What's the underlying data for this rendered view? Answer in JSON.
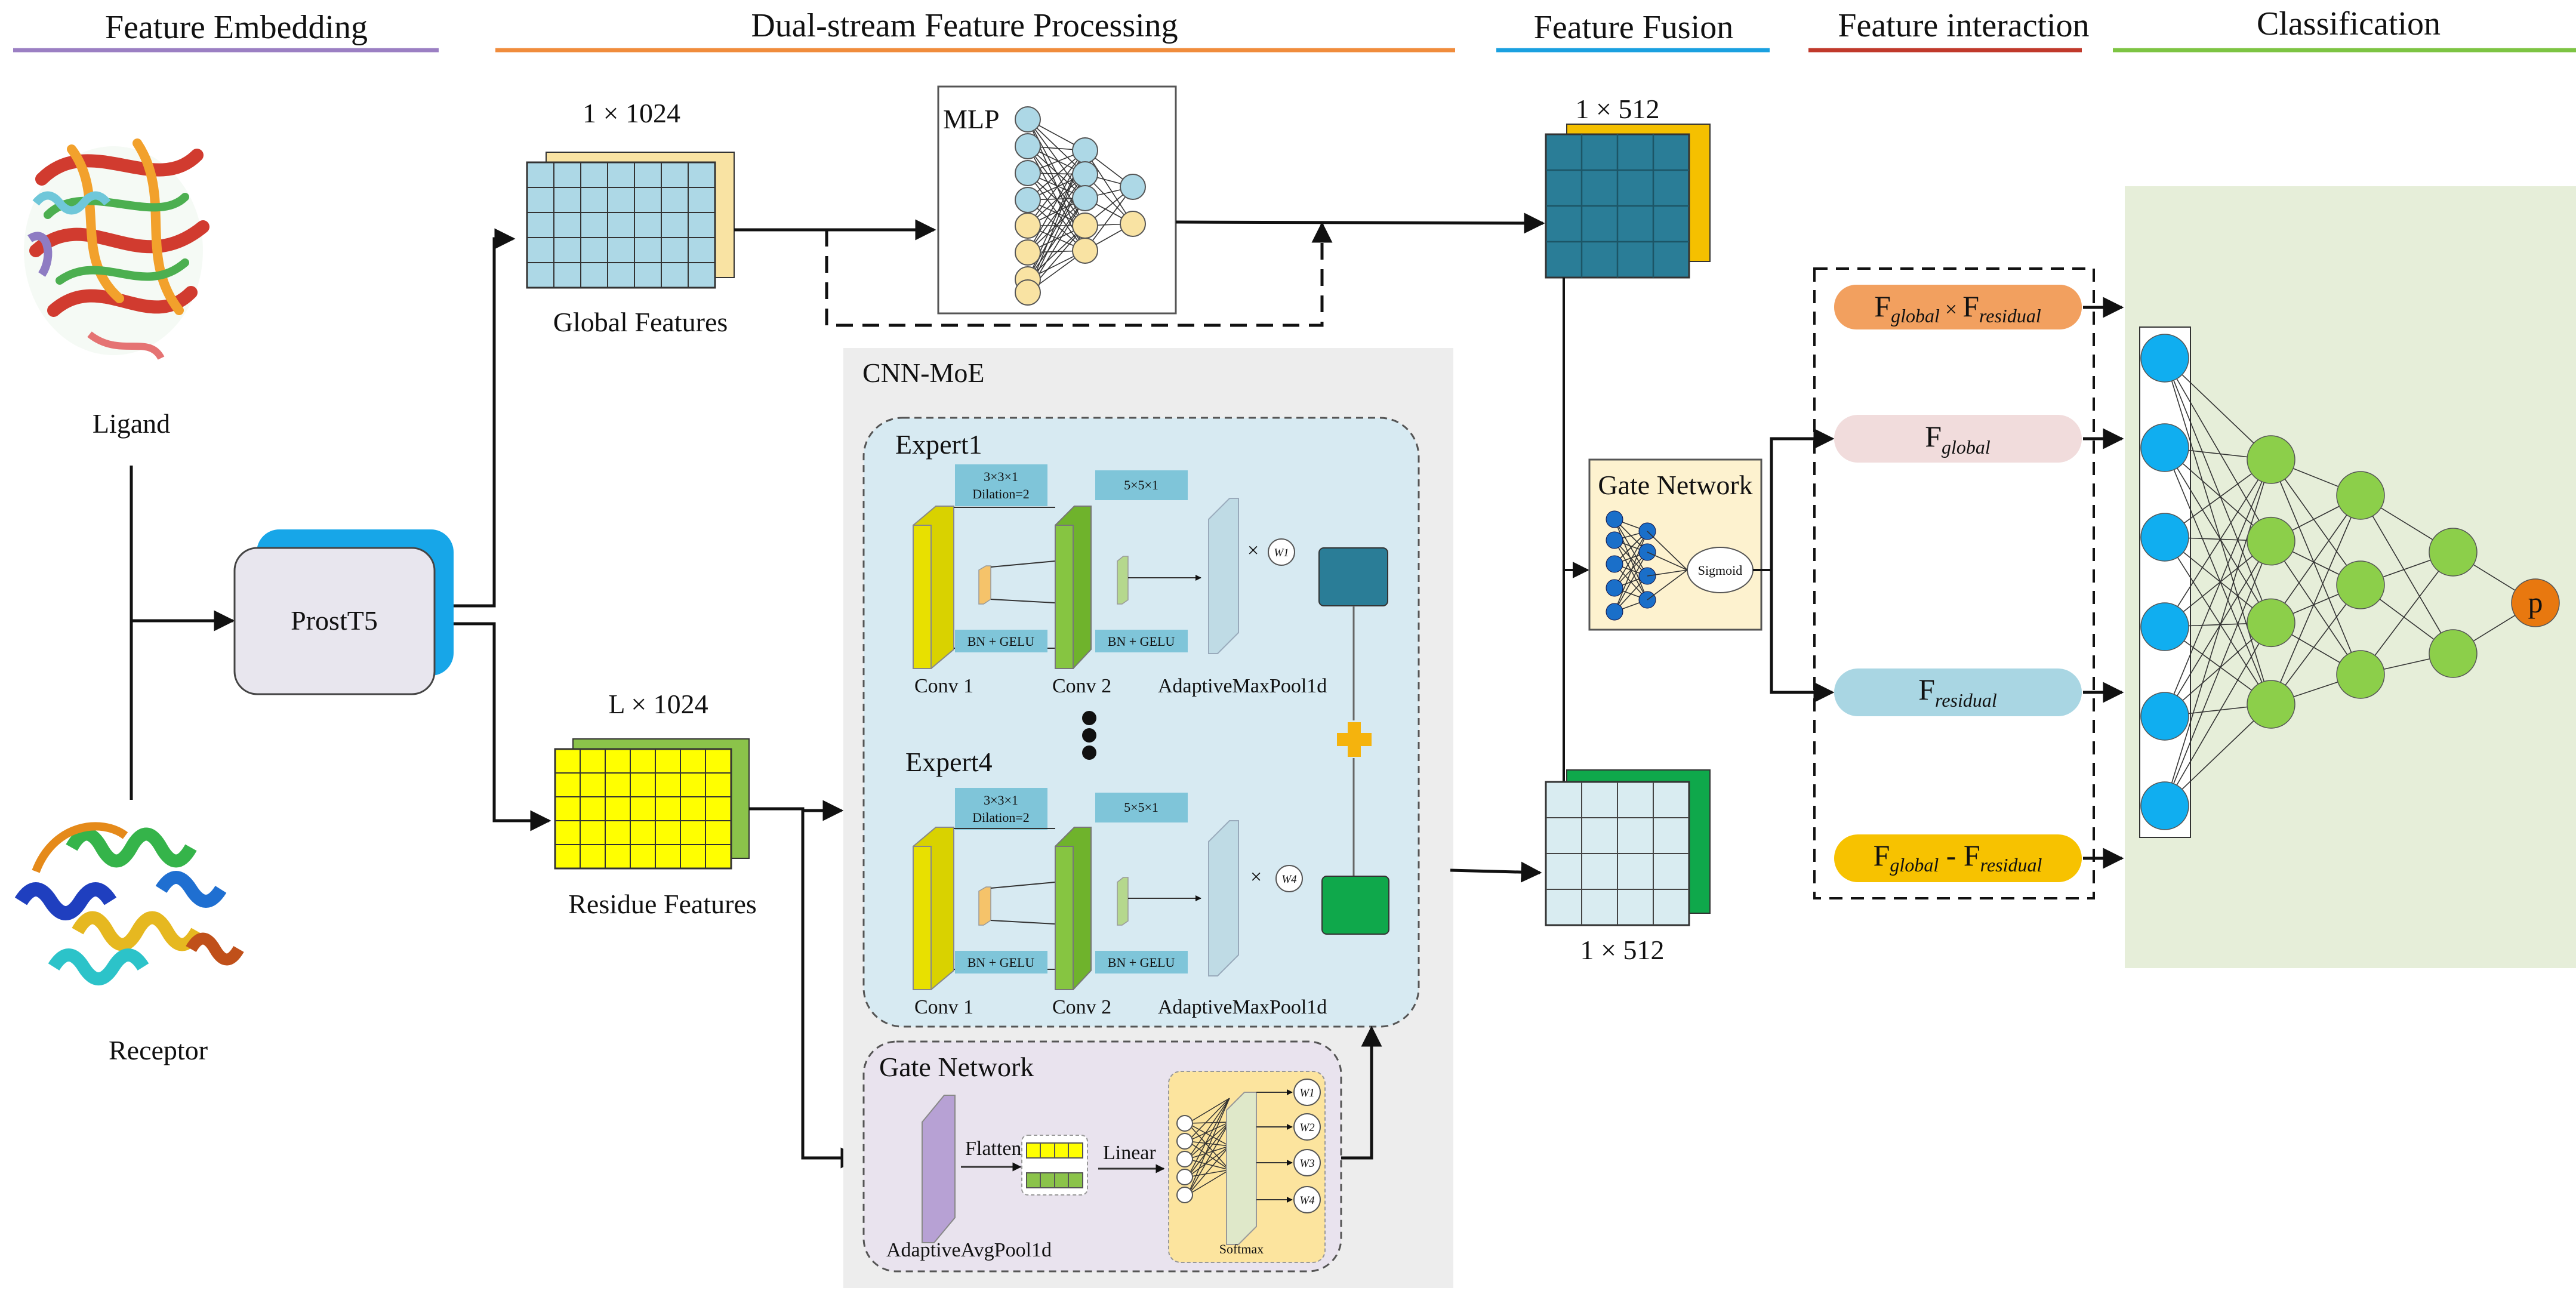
{
  "sections": {
    "embedding": "Feature Embedding",
    "processing": "Dual-stream Feature Processing",
    "fusion": "Feature Fusion",
    "interaction": "Feature interaction",
    "classification": "Classification"
  },
  "colors": {
    "embedding_line": "#9b7fc3",
    "processing_line": "#f08c3c",
    "fusion_line": "#1aa0e0",
    "interaction_line": "#c0392b",
    "classification_line": "#7dc443",
    "global_grid": "#add8e6",
    "global_back": "#f9e3a3",
    "residue_grid": "#ffff00",
    "residue_back": "#8bc34a",
    "fused_global": "#2a7d97",
    "fused_global_back": "#f5c000",
    "fused_residual": "#d9ecf1",
    "fused_residual_back": "#0fa84b",
    "cnn_moe_bg": "#ededed",
    "experts_bg": "#d7eaf2",
    "gate_bg": "#e9e3ee",
    "class_bg": "#e6eed9",
    "prostt5_front": "#e8e6ee",
    "prostt5_back": "#17a6e8",
    "output_node": "#e8780f"
  },
  "inputs": {
    "ligand": "Ligand",
    "receptor": "Receptor",
    "encoder": "ProstT5"
  },
  "global_stream": {
    "dim": "1 × 1024",
    "label": "Global Features",
    "mlp": "MLP"
  },
  "residue_stream": {
    "dim": "L × 1024",
    "label": "Residue Features"
  },
  "cnn_moe": {
    "title": "CNN-MoE",
    "experts": [
      {
        "title": "Expert1",
        "conv1_param_1": "3×3×1",
        "conv1_param_2": "Dilation=2",
        "conv2_param": "5×5×1",
        "bn1": "BN + GELU",
        "bn2": "BN + GELU",
        "conv1": "Conv 1",
        "conv2": "Conv 2",
        "pool": "AdaptiveMaxPool1d",
        "times": "×",
        "weight": "W1"
      },
      {
        "title": "Expert4",
        "conv1_param_1": "3×3×1",
        "conv1_param_2": "Dilation=2",
        "conv2_param": "5×5×1",
        "bn1": "BN + GELU",
        "bn2": "BN + GELU",
        "conv1": "Conv 1",
        "conv2": "Conv 2",
        "pool": "AdaptiveMaxPool1d",
        "times": "×",
        "weight": "W4"
      }
    ],
    "sum": "+",
    "gate": {
      "title": "Gate Network",
      "pool": "AdaptiveAvgPool1d",
      "flatten": "Flatten",
      "linear": "Linear",
      "softmax": "Softmax",
      "weights": [
        "W1",
        "W2",
        "W3",
        "W4"
      ]
    }
  },
  "fusion": {
    "top_dim": "1 × 512",
    "bottom_dim": "1 × 512",
    "gate_title": "Gate Network",
    "sigmoid": "Sigmoid"
  },
  "interaction": {
    "items": [
      {
        "a": "F",
        "a_sub": "global",
        "op": " × ",
        "b": "F",
        "b_sub": "residual",
        "color": "#f2a05f"
      },
      {
        "a": "F",
        "a_sub": "global",
        "op": "",
        "b": "",
        "b_sub": "",
        "color": "#f1dcdc"
      },
      {
        "a": "F",
        "a_sub": "residual",
        "op": "",
        "b": "",
        "b_sub": "",
        "color": "#a9d6e3"
      },
      {
        "a": "F",
        "a_sub": "global",
        "op": " - ",
        "b": "F",
        "b_sub": "residual",
        "color": "#f7c200"
      }
    ]
  },
  "classification": {
    "output": "p",
    "layer_sizes": [
      6,
      4,
      3,
      2,
      1
    ]
  }
}
